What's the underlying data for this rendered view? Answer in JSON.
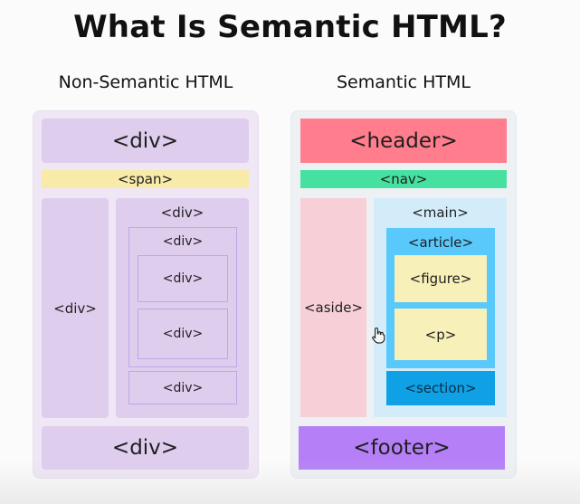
{
  "title": "What Is Semantic HTML?",
  "left": {
    "heading": "Non-Semantic HTML",
    "div_top": "<div>",
    "span": "<span>",
    "div_side": "<div>",
    "div_outer": "<div>",
    "div_inner_1": "<div>",
    "div_inner_2": "<div>",
    "div_inner_3": "<div>",
    "div_inner_4": "<div>",
    "div_bottom": "<div>"
  },
  "right": {
    "heading": "Semantic HTML",
    "header": "<header>",
    "nav": "<nav>",
    "aside": "<aside>",
    "main": "<main>",
    "article": "<article>",
    "figure": "<figure>",
    "p": "<p>",
    "section": "<section>",
    "footer": "<footer>"
  }
}
